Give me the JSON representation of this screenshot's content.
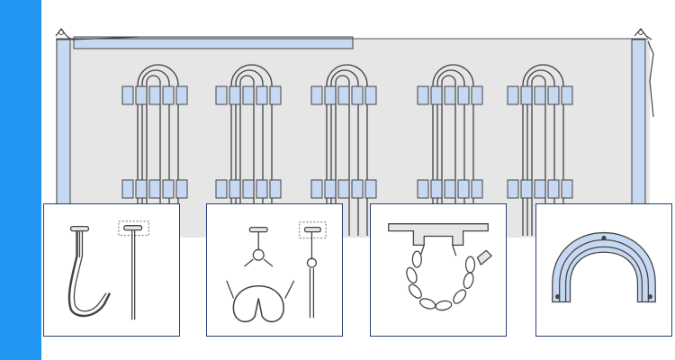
{
  "colors": {
    "accent": "#2196f3",
    "panel_border": "#2b3f73",
    "rail_fill": "#c7d9f2",
    "backdrop": "#e6e6e6",
    "line": "#444444"
  },
  "scene": {
    "rail_count": 5,
    "detail_panels": [
      {
        "name": "detail-panel-single-hook",
        "icon": "single-hook-icon"
      },
      {
        "name": "detail-panel-double-hook",
        "icon": "double-hook-icon"
      },
      {
        "name": "detail-panel-chain-bracket",
        "icon": "chain-bracket-icon"
      },
      {
        "name": "detail-panel-curved-rail",
        "icon": "curved-rail-icon"
      }
    ]
  }
}
